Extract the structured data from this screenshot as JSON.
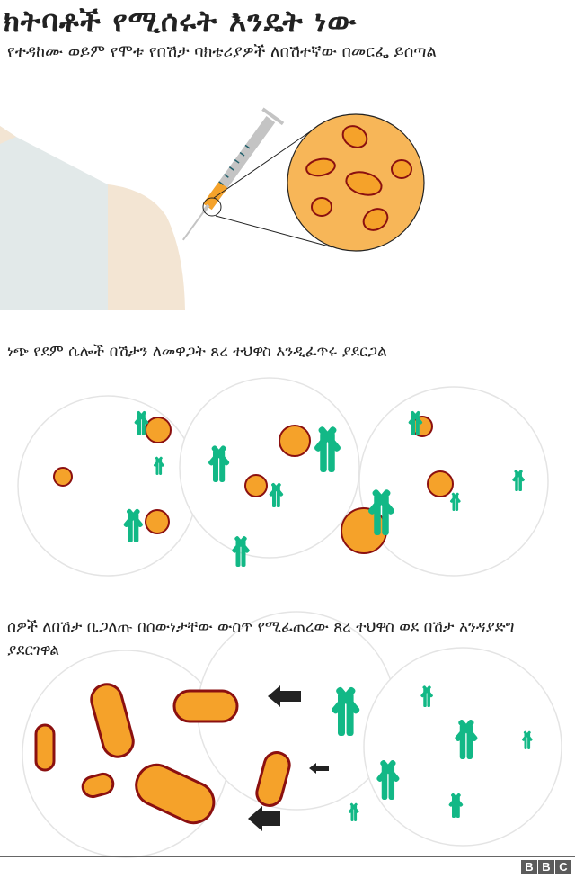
{
  "header": {
    "title": "ክትባቶች የሚሰሩት እንዴት ነው",
    "subtitle": "የተዳከሙ ወይም የሞቱ የበሽታ ባክቴሪያዎች ለበሽተኛው በመርፌ ይሰጣል"
  },
  "steps": [
    {
      "caption": "ነጭ የደም ሴሎች በሽታን ለመዋጋት ጸረ ተህዋስ እንዲፈጥሩ ያደርጋል"
    },
    {
      "caption": "ሰዎች ለበሽታ ቢጋለጡ በሰውነታቸው ውስጥ የሚፈጠረው ጸረ ተህዋስ ወደ በሽታ እንዳያድግ ያደርገዋል"
    }
  ],
  "illustration": {
    "icons": [
      "syringe-icon",
      "magnifier-circle-icon",
      "bacteria-icon",
      "antibody-icon",
      "white-blood-cell-icon",
      "arrow-left-icon"
    ],
    "colors": {
      "antibody": "#12b886",
      "bacteria_fill": "#f5a22a",
      "bacteria_outline": "#8b1010",
      "zoom_circle": "#f7b658",
      "shirt": "#e2e9e9",
      "skin": "#f3e5d3",
      "syringe": "#c4c4c4",
      "cell_outline": "#e0e0e0",
      "arrow": "#222222"
    }
  },
  "footer": {
    "brand_letters": [
      "B",
      "B",
      "C"
    ]
  }
}
